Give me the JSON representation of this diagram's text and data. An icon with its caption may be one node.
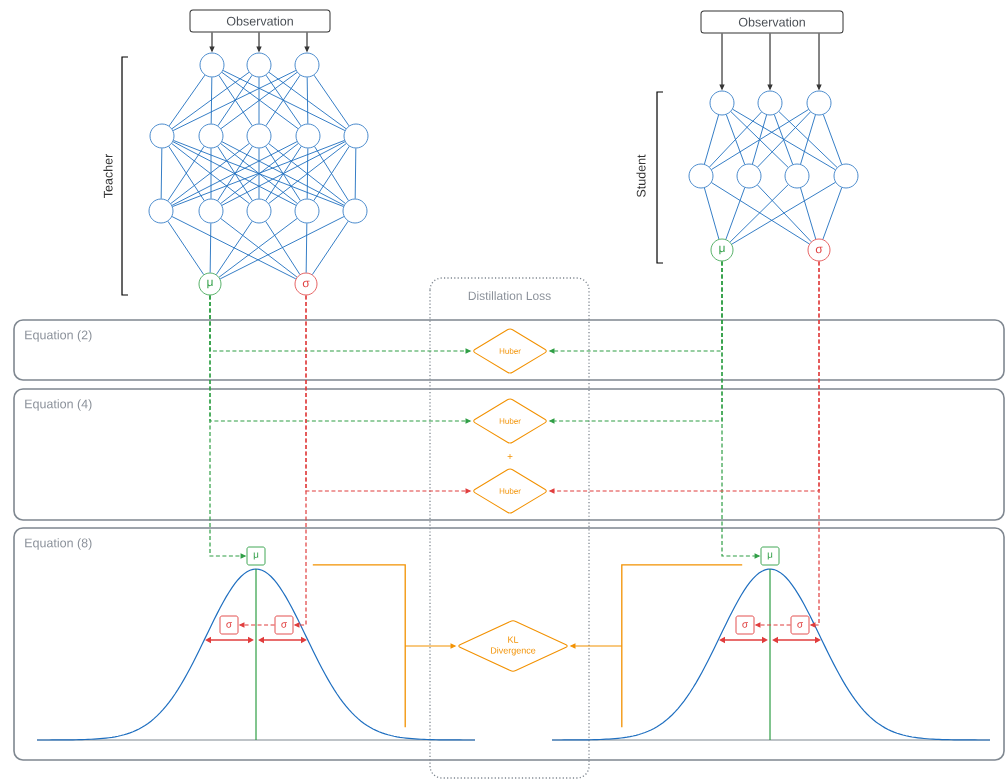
{
  "diagram": {
    "nodes": [
      {
        "text": [
          "Observation"
        ]
      },
      {
        "text": [
          "Observation"
        ]
      },
      {
        "text": [],
        "shape": "circle"
      },
      {
        "text": [],
        "shape": "circle"
      },
      {
        "text": [],
        "shape": "circle"
      },
      {
        "text": [],
        "shape": "circle"
      },
      {
        "text": [],
        "shape": "circle"
      },
      {
        "text": [],
        "shape": "circle"
      },
      {
        "text": [],
        "shape": "circle"
      },
      {
        "text": [],
        "shape": "circle"
      },
      {
        "text": [],
        "shape": "circle"
      },
      {
        "text": [],
        "shape": "circle"
      },
      {
        "text": [],
        "shape": "circle"
      },
      {
        "text": [],
        "shape": "circle"
      },
      {
        "text": [],
        "shape": "circle"
      },
      {
        "text": [
          "μ"
        ]
      },
      {
        "text": [
          "σ"
        ]
      },
      {
        "text": [],
        "shape": "circle"
      },
      {
        "text": [],
        "shape": "circle"
      },
      {
        "text": [],
        "shape": "circle"
      },
      {
        "text": [],
        "shape": "circle"
      },
      {
        "text": [],
        "shape": "circle"
      },
      {
        "text": [],
        "shape": "circle"
      },
      {
        "text": [],
        "shape": "circle"
      },
      {
        "text": [
          "μ"
        ]
      },
      {
        "text": [
          "σ"
        ]
      },
      {
        "text": [
          "Huber"
        ]
      },
      {
        "text": [
          "Huber"
        ]
      },
      {
        "text": [
          "Huber"
        ]
      },
      {
        "text": [
          "μ"
        ]
      },
      {
        "text": [
          "σ"
        ]
      },
      {
        "text": [
          "σ"
        ]
      },
      {
        "text": [
          "KL Divergence"
        ]
      },
      {
        "text": [
          "μ"
        ]
      },
      {
        "text": [
          "σ"
        ]
      },
      {
        "text": [
          "σ"
        ]
      },
      {
        "text": [],
        "shape": "bracket"
      },
      {
        "text": [],
        "shape": "bracket"
      }
    ],
    "edges": [
      {
        "from": 0,
        "to": 2,
        "arrow": "to",
        "color": "#333333"
      },
      {
        "from": 0,
        "to": 3,
        "arrow": "to",
        "color": "#333333"
      },
      {
        "from": 0,
        "to": 4,
        "arrow": "to",
        "color": "#333333"
      },
      {
        "from": 1,
        "to": 17,
        "arrow": "to",
        "color": "#333333"
      },
      {
        "from": 1,
        "to": 18,
        "arrow": "to",
        "color": "#333333"
      },
      {
        "from": 1,
        "to": 19,
        "arrow": "to",
        "color": "#333333"
      },
      {
        "from": 2,
        "to": 5,
        "arrow": "none"
      },
      {
        "from": 2,
        "to": 6,
        "arrow": "none"
      },
      {
        "from": 2,
        "to": 7,
        "arrow": "none"
      },
      {
        "from": 2,
        "to": 8,
        "arrow": "none"
      },
      {
        "from": 2,
        "to": 9,
        "arrow": "none"
      },
      {
        "from": 3,
        "to": 5,
        "arrow": "none"
      },
      {
        "from": 3,
        "to": 6,
        "arrow": "none"
      },
      {
        "from": 3,
        "to": 7,
        "arrow": "none"
      },
      {
        "from": 3,
        "to": 8,
        "arrow": "none"
      },
      {
        "from": 3,
        "to": 9,
        "arrow": "none"
      },
      {
        "from": 4,
        "to": 5,
        "arrow": "none"
      },
      {
        "from": 4,
        "to": 6,
        "arrow": "none"
      },
      {
        "from": 4,
        "to": 7,
        "arrow": "none"
      },
      {
        "from": 4,
        "to": 8,
        "arrow": "none"
      },
      {
        "from": 4,
        "to": 9,
        "arrow": "none"
      },
      {
        "from": 5,
        "to": 10,
        "arrow": "none"
      },
      {
        "from": 5,
        "to": 11,
        "arrow": "none"
      },
      {
        "from": 5,
        "to": 12,
        "arrow": "none"
      },
      {
        "from": 5,
        "to": 13,
        "arrow": "none"
      },
      {
        "from": 5,
        "to": 14,
        "arrow": "none"
      },
      {
        "from": 6,
        "to": 10,
        "arrow": "none"
      },
      {
        "from": 6,
        "to": 11,
        "arrow": "none"
      },
      {
        "from": 6,
        "to": 12,
        "arrow": "none"
      },
      {
        "from": 6,
        "to": 13,
        "arrow": "none"
      },
      {
        "from": 6,
        "to": 14,
        "arrow": "none"
      },
      {
        "from": 7,
        "to": 10,
        "arrow": "none"
      },
      {
        "from": 7,
        "to": 11,
        "arrow": "none"
      },
      {
        "from": 7,
        "to": 12,
        "arrow": "none"
      },
      {
        "from": 7,
        "to": 13,
        "arrow": "none"
      },
      {
        "from": 7,
        "to": 14,
        "arrow": "none"
      },
      {
        "from": 8,
        "to": 10,
        "arrow": "none"
      },
      {
        "from": 8,
        "to": 11,
        "arrow": "none"
      },
      {
        "from": 8,
        "to": 12,
        "arrow": "none"
      },
      {
        "from": 8,
        "to": 13,
        "arrow": "none"
      },
      {
        "from": 8,
        "to": 14,
        "arrow": "none"
      },
      {
        "from": 9,
        "to": 10,
        "arrow": "none"
      },
      {
        "from": 9,
        "to": 11,
        "arrow": "none"
      },
      {
        "from": 9,
        "to": 12,
        "arrow": "none"
      },
      {
        "from": 9,
        "to": 13,
        "arrow": "none"
      },
      {
        "from": 9,
        "to": 14,
        "arrow": "none"
      },
      {
        "from": 10,
        "to": 15,
        "arrow": "none"
      },
      {
        "from": 10,
        "to": 16,
        "arrow": "none"
      },
      {
        "from": 11,
        "to": 15,
        "arrow": "none"
      },
      {
        "from": 11,
        "to": 16,
        "arrow": "none"
      },
      {
        "from": 12,
        "to": 15,
        "arrow": "none"
      },
      {
        "from": 12,
        "to": 16,
        "arrow": "none"
      },
      {
        "from": 13,
        "to": 15,
        "arrow": "none"
      },
      {
        "from": 13,
        "to": 16,
        "arrow": "none"
      },
      {
        "from": 14,
        "to": 15,
        "arrow": "none"
      },
      {
        "from": 14,
        "to": 16,
        "arrow": "none"
      },
      {
        "from": 17,
        "to": 20,
        "arrow": "none"
      },
      {
        "from": 17,
        "to": 21,
        "arrow": "none"
      },
      {
        "from": 17,
        "to": 22,
        "arrow": "none"
      },
      {
        "from": 17,
        "to": 23,
        "arrow": "none"
      },
      {
        "from": 18,
        "to": 20,
        "arrow": "none"
      },
      {
        "from": 18,
        "to": 21,
        "arrow": "none"
      },
      {
        "from": 18,
        "to": 22,
        "arrow": "none"
      },
      {
        "from": 18,
        "to": 23,
        "arrow": "none"
      },
      {
        "from": 19,
        "to": 20,
        "arrow": "none"
      },
      {
        "from": 19,
        "to": 21,
        "arrow": "none"
      },
      {
        "from": 19,
        "to": 22,
        "arrow": "none"
      },
      {
        "from": 19,
        "to": 23,
        "arrow": "none"
      },
      {
        "from": 20,
        "to": 24,
        "arrow": "none"
      },
      {
        "from": 20,
        "to": 25,
        "arrow": "none"
      },
      {
        "from": 21,
        "to": 24,
        "arrow": "none"
      },
      {
        "from": 21,
        "to": 25,
        "arrow": "none"
      },
      {
        "from": 22,
        "to": 24,
        "arrow": "none"
      },
      {
        "from": 22,
        "to": 25,
        "arrow": "none"
      },
      {
        "from": 23,
        "to": 24,
        "arrow": "none"
      },
      {
        "from": 23,
        "to": 25,
        "arrow": "none"
      },
      {
        "from": 15,
        "to": 26,
        "arrow": "to",
        "style": "dashed",
        "color": "#2e9e44"
      },
      {
        "from": 15,
        "to": 27,
        "arrow": "to",
        "style": "dashed",
        "color": "#2e9e44"
      },
      {
        "from": 15,
        "to": 29,
        "arrow": "to",
        "style": "dashed",
        "color": "#2e9e44"
      },
      {
        "from": 24,
        "to": 26,
        "arrow": "to",
        "style": "dashed",
        "color": "#2e9e44"
      },
      {
        "from": 24,
        "to": 27,
        "arrow": "to",
        "style": "dashed",
        "color": "#2e9e44"
      },
      {
        "from": 24,
        "to": 33,
        "arrow": "to",
        "style": "dashed",
        "color": "#2e9e44"
      },
      {
        "from": 16,
        "to": 28,
        "arrow": "to",
        "style": "dashed",
        "color": "#e03c3c"
      },
      {
        "from": 16,
        "to": 31,
        "arrow": "to",
        "style": "dashed",
        "color": "#e03c3c"
      },
      {
        "from": 31,
        "to": 30,
        "arrow": "to",
        "style": "dashed",
        "color": "#e03c3c"
      },
      {
        "from": 25,
        "to": 28,
        "arrow": "to",
        "style": "dashed",
        "color": "#e03c3c"
      },
      {
        "from": 25,
        "to": 35,
        "arrow": "to",
        "style": "dashed",
        "color": "#e03c3c"
      },
      {
        "from": 35,
        "to": 34,
        "arrow": "to",
        "style": "dashed",
        "color": "#e03c3c"
      },
      {
        "from": 36,
        "to": 32,
        "arrow": "to",
        "color": "#f29100"
      },
      {
        "from": 37,
        "to": 32,
        "arrow": "to",
        "color": "#f29100"
      }
    ],
    "labels": [
      "Teacher",
      "Student",
      "Distillation Loss",
      "Equation (2)",
      "Equation (4)",
      "+",
      "Equation (8)"
    ]
  }
}
